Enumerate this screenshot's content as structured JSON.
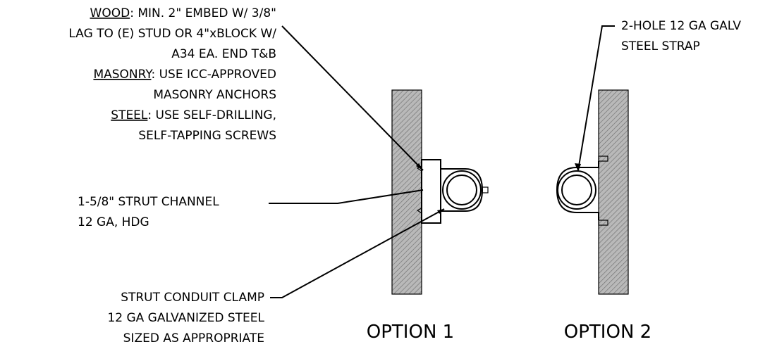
{
  "notes": {
    "anchor": {
      "wood_label": "WOOD",
      "wood_line1": ": MIN. 2\" EMBED W/ 3/8\"",
      "wood_line2": "LAG TO (E) STUD OR 4\"xBLOCK W/",
      "wood_line3": "A34 EA. END T&B",
      "masonry_label": "MASONRY",
      "masonry_line1": ": USE ICC-APPROVED",
      "masonry_line2": "MASONRY ANCHORS",
      "steel_label": "STEEL",
      "steel_line1": ": USE SELF-DRILLING,",
      "steel_line2": "SELF-TAPPING SCREWS"
    },
    "strut_channel": {
      "line1": "1-5/8\" STRUT CHANNEL",
      "line2": "12 GA, HDG"
    },
    "conduit_clamp": {
      "line1": "STRUT CONDUIT CLAMP",
      "line2": "12 GA GALVANIZED STEEL",
      "line3": "SIZED AS APPROPRIATE"
    },
    "strap": {
      "line1": "2-HOLE 12 GA GALV",
      "line2": "STEEL STRAP"
    }
  },
  "captions": {
    "option1": "OPTION 1",
    "option2": "OPTION 2"
  }
}
